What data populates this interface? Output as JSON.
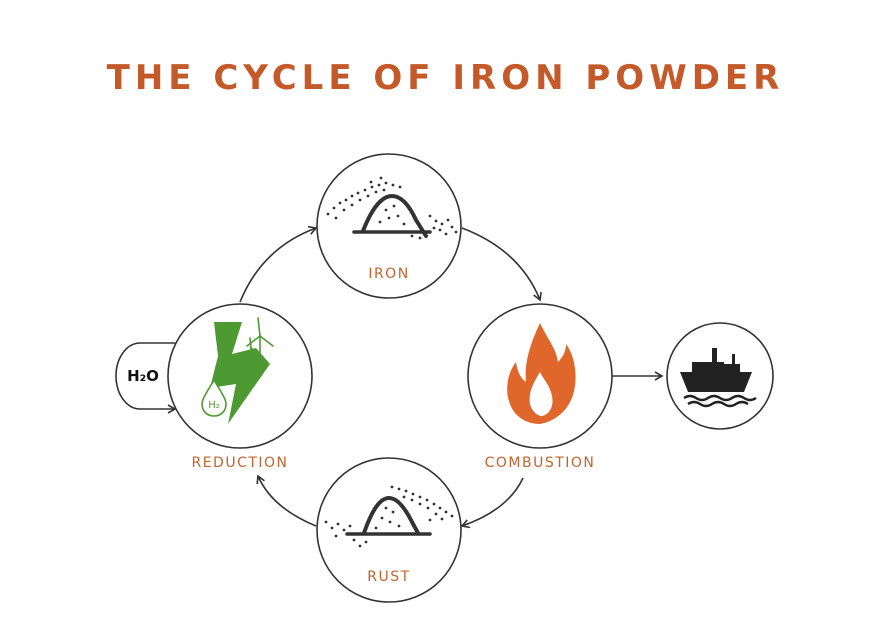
{
  "title": "THE CYCLE OF IRON POWDER",
  "nodes": {
    "iron": "IRON",
    "combustion": "COMBUSTION",
    "rust": "RUST",
    "reduction": "REDUCTION"
  },
  "inputs": {
    "h2o": "H₂O",
    "h2_badge": "H₂"
  },
  "icons": {
    "iron": "powder-pile-icon",
    "combustion": "flame-icon",
    "rust": "powder-pile-icon",
    "reduction": "lightning-wind-turbine-icon",
    "output": "ship-icon"
  },
  "colors": {
    "title": "#c45a2a",
    "label": "#c0652f",
    "flame": "#e0672c",
    "green": "#4e9a32",
    "stroke": "#333333"
  }
}
